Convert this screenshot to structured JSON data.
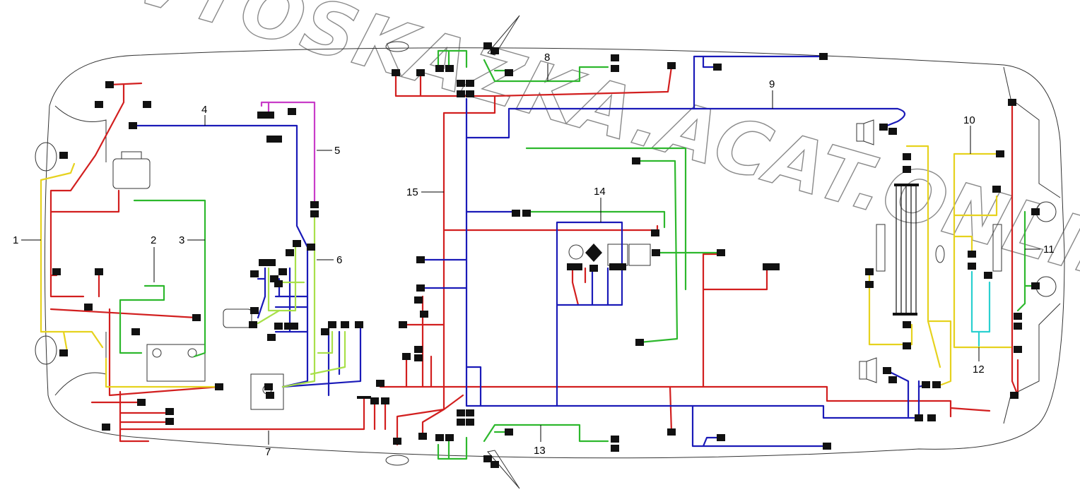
{
  "diagram": {
    "watermark": "AVTOSKAZKA.ACAT.ONLINE",
    "callouts": [
      "1",
      "2",
      "3",
      "4",
      "5",
      "6",
      "7",
      "8",
      "9",
      "10",
      "11",
      "12",
      "13",
      "14",
      "15"
    ]
  },
  "colors": {
    "red": "#d21f1f",
    "blue": "#1a1ab8",
    "green": "#2db82d",
    "light_green": "#a8e04a",
    "yellow": "#e6d21e",
    "magenta": "#c83cc8",
    "cyan": "#2ad0d0",
    "black": "#111111",
    "outline": "#333333"
  }
}
